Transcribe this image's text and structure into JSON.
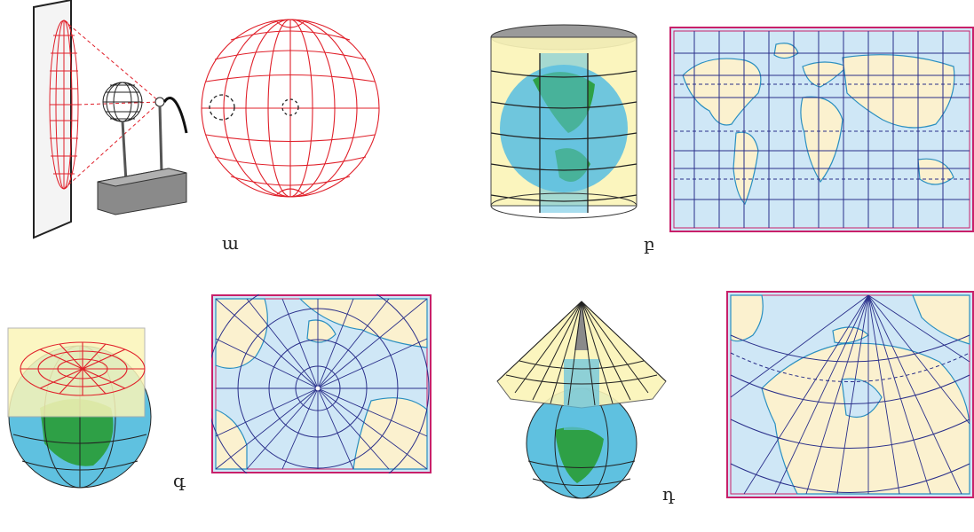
{
  "labels": {
    "a": "ա",
    "b": "բ",
    "g": "գ",
    "d": "դ"
  },
  "colors": {
    "grid_red": "#e0202a",
    "ocean": "#cfe7f6",
    "land": "#fbf1cf",
    "coast": "#2a8fc0",
    "meridian": "#2a2f8a",
    "frame": "#c8206a",
    "paper_yellow": "#fbf5b8",
    "globe_blue": "#5fc1e0",
    "globe_green": "#2ea046",
    "stand_gray": "#8a8a8a"
  }
}
